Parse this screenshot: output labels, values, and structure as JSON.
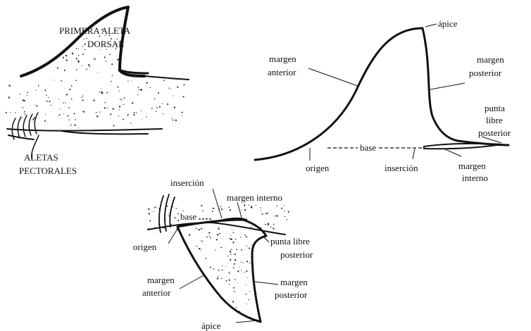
{
  "shark_sketch": {
    "first_dorsal_fin_label": [
      "PRIMERA ALETA",
      "DORSAL"
    ],
    "pectoral_fins_label": [
      "ALETAS",
      "PECTORALES"
    ]
  },
  "dorsal_fin_detail": {
    "apex": "ápice",
    "anterior_margin": [
      "margen",
      "anterior"
    ],
    "posterior_margin": [
      "margen",
      "posterior"
    ],
    "free_rear_tip": [
      "punta",
      "libre",
      "posterior"
    ],
    "base": "base",
    "origin": "origen",
    "insertion": "inserción",
    "inner_margin": [
      "margen",
      "interno"
    ]
  },
  "pectoral_fin_detail": {
    "insertion": "inserción",
    "inner_margin": "margen interno",
    "base": "base",
    "origin": "origen",
    "free_rear_tip": [
      "punta libre",
      "posterior"
    ],
    "anterior_margin": [
      "margen",
      "anterior"
    ],
    "posterior_margin": [
      "margen",
      "posterior"
    ],
    "apex": "ápice"
  }
}
